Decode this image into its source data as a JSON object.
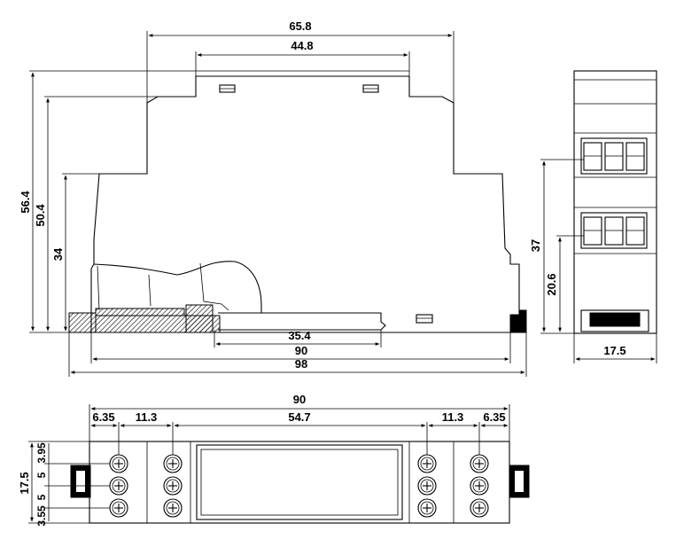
{
  "side_view": {
    "dim_top_outer": "65.8",
    "dim_top_inner": "44.8",
    "dim_height_total": "56.4",
    "dim_height_mid": "50.4",
    "dim_height_low": "34",
    "dim_rail_length": "35.4",
    "dim_base_inner": "90",
    "dim_base_outer": "98"
  },
  "end_view": {
    "dim_upper_terminal": "37",
    "dim_lower_terminal": "20.6",
    "dim_width": "17.5"
  },
  "bottom_view": {
    "dim_total": "90",
    "dim_left_edge": "6.35",
    "dim_left_gap": "11.3",
    "dim_center": "54.7",
    "dim_right_gap": "11.3",
    "dim_right_edge": "6.35",
    "dim_height": "17.5",
    "dim_row_top": "3.95",
    "dim_row_pitch_1": "5",
    "dim_row_pitch_2": "5",
    "dim_row_bottom": "3.55"
  }
}
